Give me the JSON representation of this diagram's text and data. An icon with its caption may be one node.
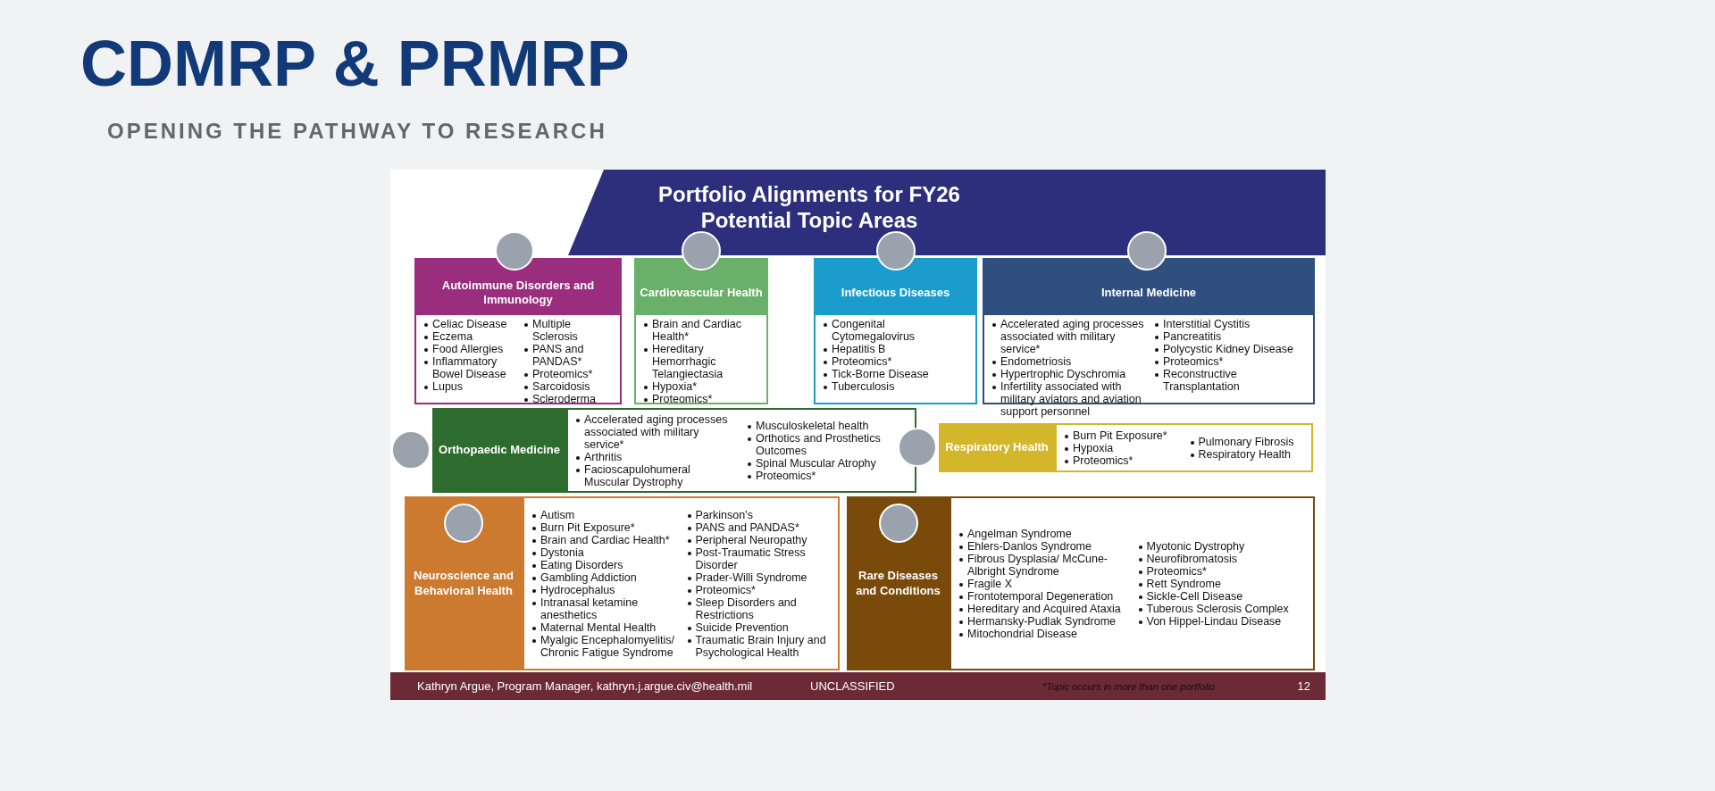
{
  "diagram": {
    "title": "CDMRP & PRMRP",
    "nodes": [
      {
        "text": [
          "Portfolio Alignments for FY26 Potential Topic Areas"
        ]
      },
      {
        "text": [
          "Autoimmune Disorders and Immunology",
          "Celiac Disease",
          "Eczema",
          "Food Allergies",
          "Inflammatory Bowel Disease",
          "Lupus",
          "Multiple Sclerosis",
          "PANS and PANDAS*",
          "Proteomics*",
          "Sarcoidosis",
          "Scleroderma"
        ]
      },
      {
        "text": [
          "Cardiovascular Health",
          "Brain and Cardiac Health*",
          "Hereditary Hemorrhagic Telangiectasia",
          "Hypoxia*",
          "Proteomics*"
        ]
      },
      {
        "text": [
          "Infectious Diseases",
          "Congenital Cytomegalovirus",
          "Hepatitis B",
          "Proteomics*",
          "Tick-Borne Disease",
          "Tuberculosis"
        ]
      },
      {
        "text": [
          "Internal Medicine",
          "Accelerated aging processes associated with military service*",
          "Endometriosis",
          "Hypertrophic Dyschromia",
          "Infertility associated with military aviators and aviation support personnel",
          "Interstitial Cystitis",
          "Pancreatitis",
          "Polycystic Kidney Disease",
          "Proteomics*",
          "Reconstructive Transplantation"
        ]
      },
      {
        "text": [
          "Orthopaedic Medicine",
          "Accelerated aging processes associated with military service*",
          "Arthritis",
          "Facioscapulohumeral Muscular Dystrophy",
          "Musculoskeletal health",
          "Orthotics and Prosthetics Outcomes",
          "Spinal Muscular Atrophy",
          "Proteomics*"
        ]
      },
      {
        "text": [
          "Respiratory Health",
          "Burn Pit Exposure*",
          "Hypoxia",
          "Proteomics*",
          "Pulmonary Fibrosis",
          "Respiratory Health"
        ]
      },
      {
        "text": [
          "Neuroscience and Behavioral Health",
          "Autism",
          "Burn Pit Exposure*",
          "Brain and Cardiac Health*",
          "Dystonia",
          "Eating Disorders",
          "Gambling Addiction",
          "Hydrocephalus",
          "Intranasal ketamine anesthetics",
          "Maternal Mental Health",
          "Myalgic Encephalomyelitis/ Chronic Fatigue Syndrome",
          "Parkinson’s",
          "PANS and PANDAS*",
          "Peripheral Neuropathy",
          "Post-Traumatic Stress Disorder",
          "Prader-Willi Syndrome",
          "Proteomics*",
          "Sleep Disorders and Restrictions",
          "Suicide Prevention",
          "Traumatic Brain Injury and Psychological Health"
        ]
      },
      {
        "text": [
          "Rare Diseases and Conditions",
          "Angelman Syndrome",
          "Ehlers-Danlos Syndrome",
          "Fibrous Dysplasia/ McCune-Albright Syndrome",
          "Fragile X",
          "Frontotemporal Degeneration",
          "Hereditary and Acquired Ataxia",
          "Hermansky-Pudlak Syndrome",
          "Mitochondrial Disease",
          "Myotonic Dystrophy",
          "Neurofibromatosis",
          "Proteomics*",
          "Rett Syndrome",
          "Sickle-Cell Disease",
          "Tuberous Sclerosis Complex",
          "Von Hippel-Lindau Disease"
        ]
      },
      {
        "text": [
          "Kathryn Argue, Program Manager, kathryn.j.argue.civ@health.mil",
          "UNCLASSIFIED",
          "*Topic occurs in more than one portfolio",
          "12"
        ]
      }
    ],
    "labels": [
      "OPENING THE PATHWAY TO RESEARCH"
    ]
  }
}
